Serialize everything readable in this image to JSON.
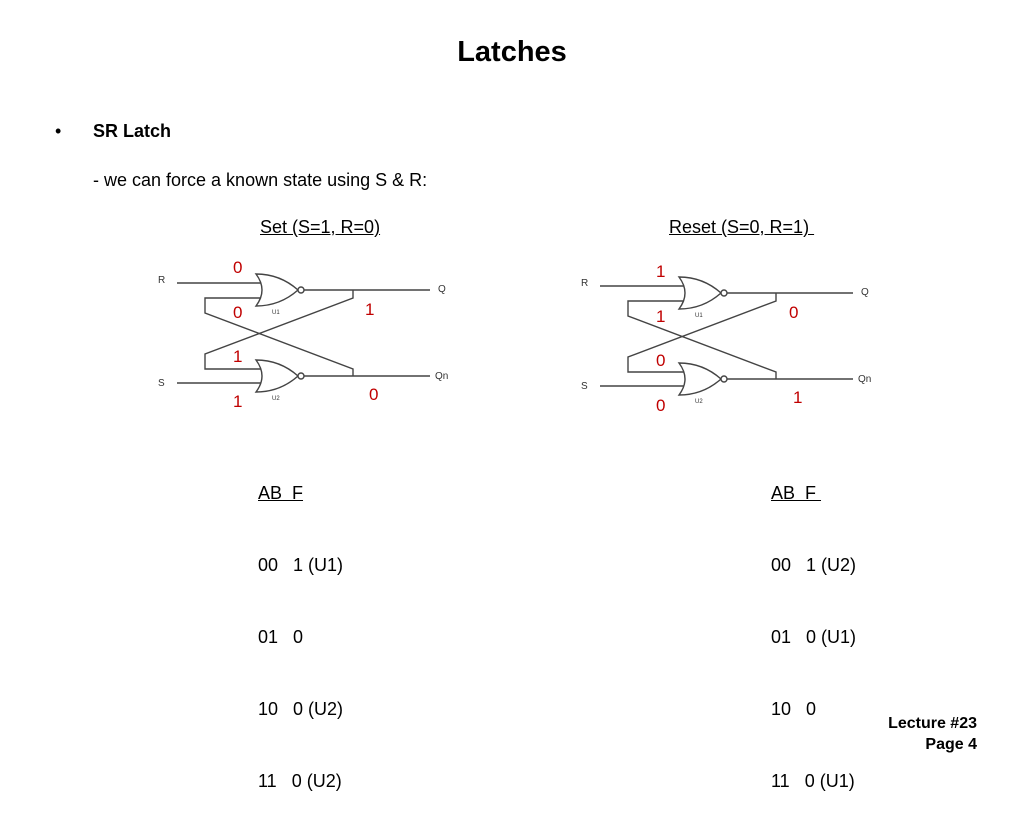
{
  "slide": {
    "title": "Latches",
    "bullet": "•",
    "heading": "SR Latch",
    "subtext": "- we can force a known state using S & R:",
    "footer": {
      "line1": "Lecture #23",
      "line2": "Page 4"
    }
  },
  "colors": {
    "state_values": "#c00000",
    "wires": "#444444"
  },
  "circuits": [
    {
      "id": "set",
      "caption": "Set (S=1, R=0)",
      "pins": {
        "r": "R",
        "s": "S",
        "q": "Q",
        "qn": "Qn"
      },
      "gates": {
        "top": "U1",
        "bottom": "U2"
      },
      "states": {
        "r_in": "0",
        "u1_fb": "0",
        "q_out": "1",
        "u2_fb": "1",
        "s_in": "1",
        "qn_out": "0"
      },
      "truth_table": {
        "header": "AB  F",
        "rows": [
          "00   1 (U1)",
          "01   0",
          "10   0 (U2)",
          "11   0 (U2)"
        ]
      }
    },
    {
      "id": "reset",
      "caption": "Reset (S=0, R=1) ",
      "pins": {
        "r": "R",
        "s": "S",
        "q": "Q",
        "qn": "Qn"
      },
      "gates": {
        "top": "U1",
        "bottom": "U2"
      },
      "states": {
        "r_in": "1",
        "u1_fb": "1",
        "q_out": "0",
        "u2_fb": "0",
        "s_in": "0",
        "qn_out": "1"
      },
      "truth_table": {
        "header": "AB  F ",
        "rows": [
          "00   1 (U2)",
          "01   0 (U1)",
          "10   0",
          "11   0 (U1)"
        ]
      }
    }
  ]
}
